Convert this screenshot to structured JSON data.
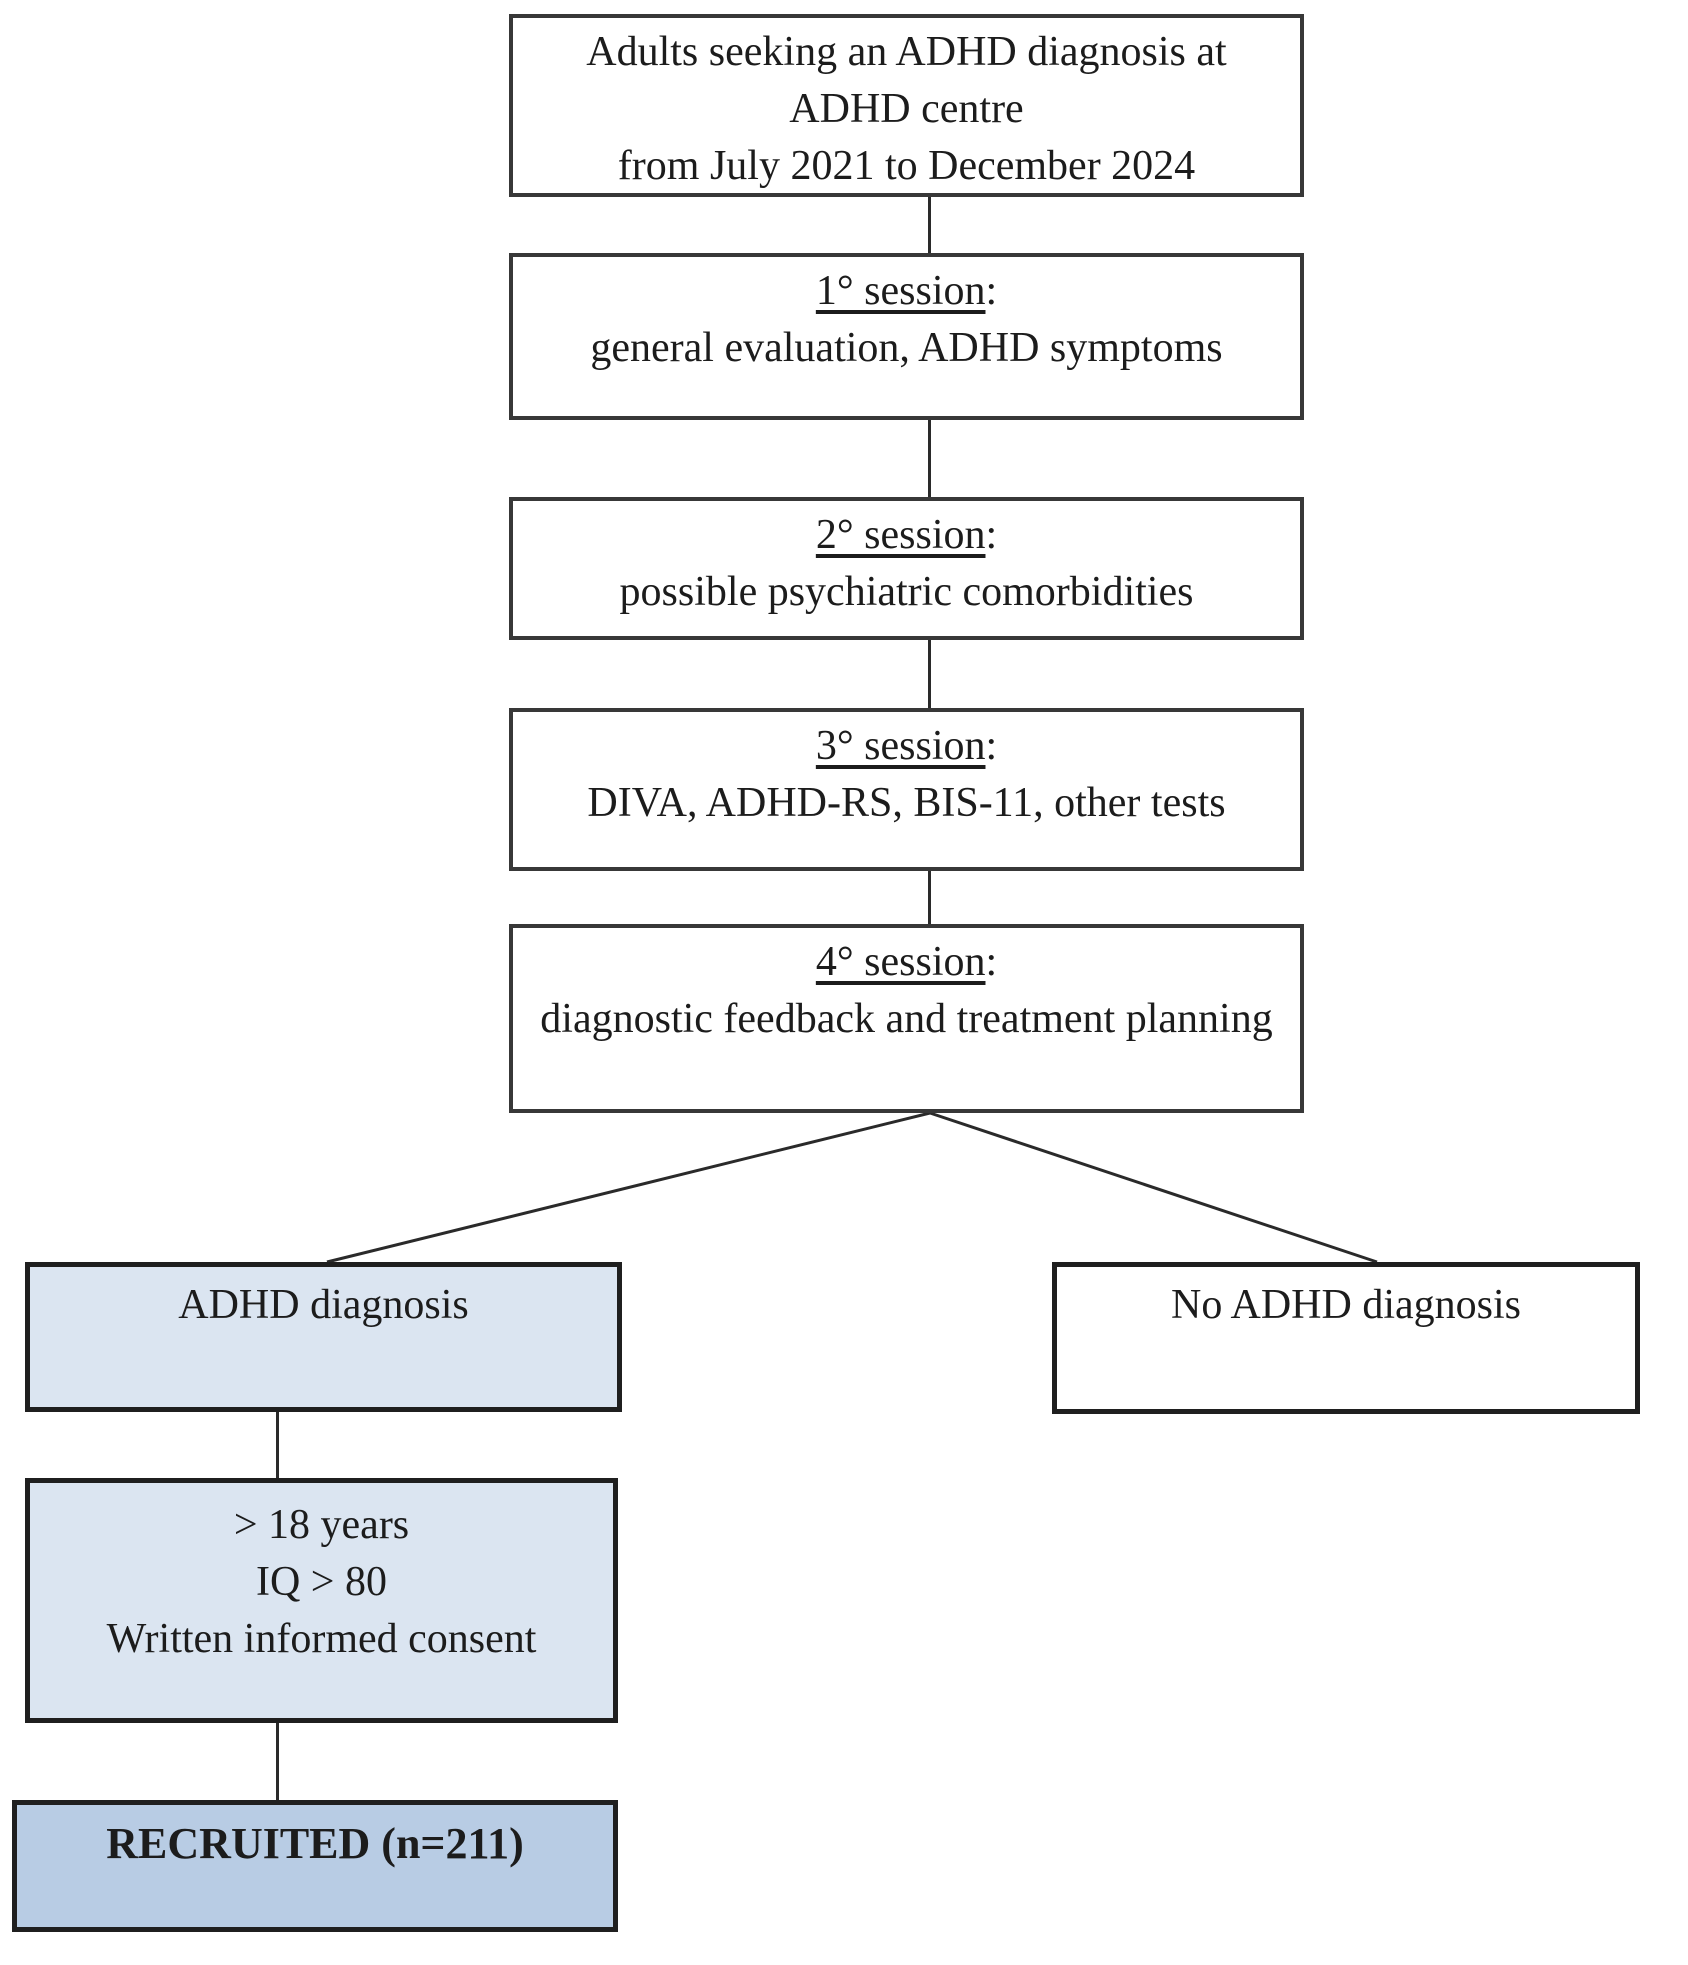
{
  "title_box": {
    "line1": "Adults seeking an ADHD diagnosis at",
    "line2": "ADHD centre",
    "line3": "from July 2021 to December 2024"
  },
  "sessions": [
    {
      "heading": "1° session",
      "suffix": ":",
      "detail": "general evaluation, ADHD symptoms"
    },
    {
      "heading": "2° session",
      "suffix": ":",
      "detail": "possible psychiatric comorbidities"
    },
    {
      "heading": "3° session",
      "suffix": ":",
      "detail": "DIVA, ADHD-RS, BIS-11, other tests"
    },
    {
      "heading": "4° session",
      "suffix": ":",
      "detail": "diagnostic feedback and treatment planning"
    }
  ],
  "outcomes": {
    "adhd_label": "ADHD diagnosis",
    "no_adhd_label": "No ADHD diagnosis"
  },
  "inclusion_criteria": {
    "line1": "> 18 years",
    "line2": "IQ > 80",
    "line3": "Written informed consent"
  },
  "recruited_label": "RECRUITED (n=211)",
  "colors": {
    "light_blue_fill": "#dbe5f1",
    "medium_blue_fill": "#b8cce4",
    "border_dark": "#383838",
    "line_color": "#2a2a2a"
  }
}
